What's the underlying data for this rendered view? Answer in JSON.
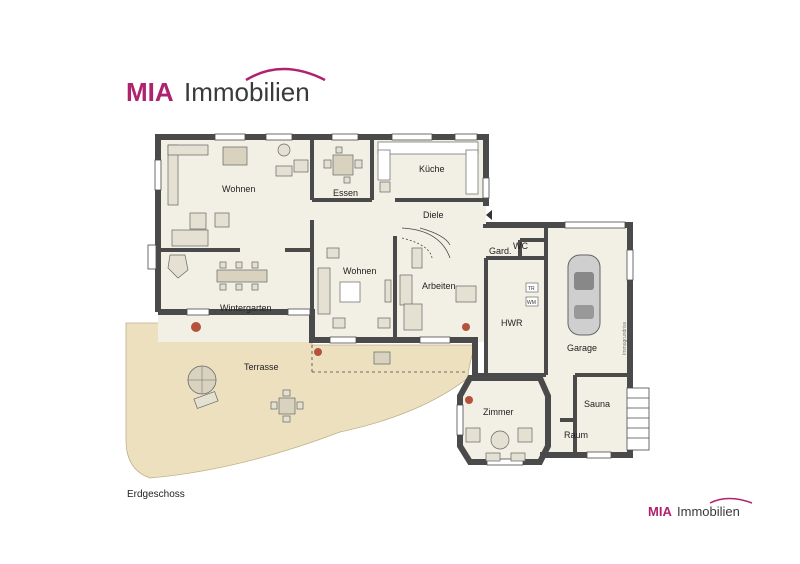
{
  "brand": {
    "top": {
      "bold": "MIA",
      "light": "Immobilien"
    },
    "bottom": {
      "bold": "MIA",
      "light": "Immobilien"
    },
    "colors": {
      "bold": "#b0226e",
      "light": "#3a3a3a",
      "arc": "#b0226e"
    }
  },
  "floor_label": "Erdgeschoss",
  "watermark": "Immogrundriss",
  "rooms": {
    "wohnen_1": "Wohnen",
    "essen": "Essen",
    "kueche": "Küche",
    "diele": "Diele",
    "wintergarten": "Wintergarten",
    "wohnen_2": "Wohnen",
    "arbeiten": "Arbeiten",
    "gard": "Gard.",
    "wc": "WC",
    "hwr": "HWR",
    "garage": "Garage",
    "terrasse": "Terrasse",
    "zimmer": "Zimmer",
    "sauna": "Sauna",
    "raum": "Raum"
  },
  "fixtures": {
    "tr": "TR",
    "wm": "WM"
  },
  "colors": {
    "wall": "#4a4a4a",
    "floor": "#f2efe4",
    "terrace": "#ece0bf",
    "window": "#ffffff"
  }
}
